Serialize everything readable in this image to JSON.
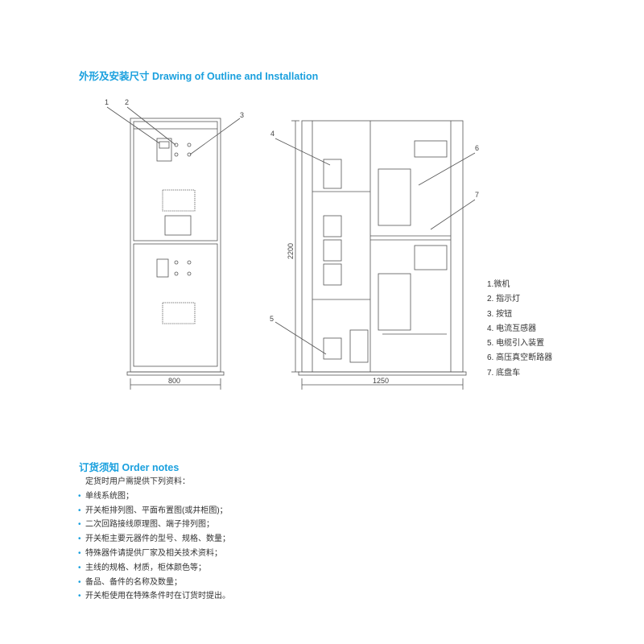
{
  "outline_section": {
    "title": "外形及安装尺寸  Drawing of Outline and Installation"
  },
  "drawing": {
    "callouts": [
      "1",
      "2",
      "3",
      "4",
      "5",
      "6",
      "7"
    ],
    "front_width": "800",
    "side_depth": "1250",
    "height": "2200"
  },
  "legend": [
    "1.微机",
    "2. 指示灯",
    "3. 按钮",
    "4. 电流互感器",
    "5. 电缆引入装置",
    "6. 高压真空断路器",
    "7. 底盘车"
  ],
  "order_section": {
    "title": "订货须知 Order notes",
    "intro": "定货时用户需提供下列资料：",
    "items": [
      "单线系统图；",
      "开关柜排列图、平面布置图(或井柜图)；",
      "二次回路接线原理图、端子排列图；",
      "开关柜主要元器件的型号、规格、数量；",
      "特殊器件请提供厂家及相关技术资料；",
      "主线的规格、材质，柜体颜色等；",
      "备品、备件的名称及数量；",
      "开关柜使用在特殊条件时在订货时提出。"
    ]
  },
  "colors": {
    "accent": "#1aa0de"
  }
}
